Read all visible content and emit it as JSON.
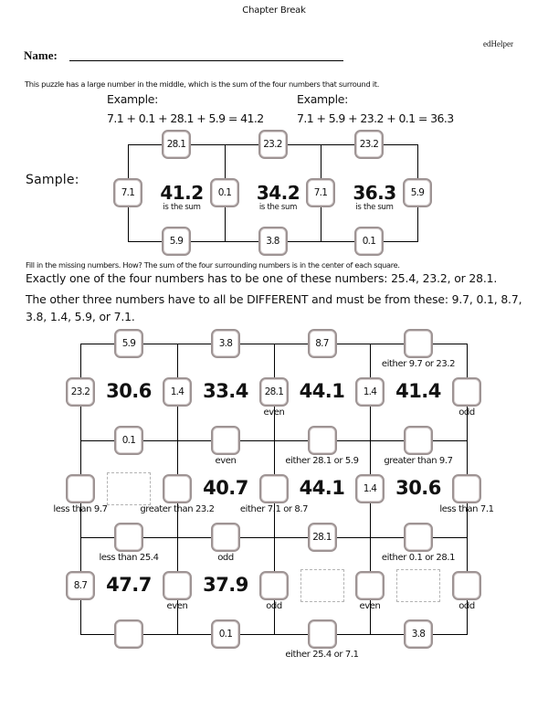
{
  "header": {
    "title": "Chapter Break",
    "brand": "edHelper"
  },
  "name_field": {
    "label": "Name:",
    "value": ""
  },
  "intro": "This puzzle has a large number in the middle, which is the sum of the four numbers that surround it.",
  "examples": [
    {
      "label": "Example:",
      "equation": "7.1 + 0.1 + 28.1 + 5.9 = 41.2"
    },
    {
      "label": "Example:",
      "equation": "7.1 + 5.9 + 23.2 + 0.1 = 36.3"
    }
  ],
  "sample": {
    "label": "Sample:",
    "sum_note": "is the sum",
    "top": [
      "28.1",
      "23.2",
      "23.2"
    ],
    "bottom": [
      "5.9",
      "3.8",
      "0.1"
    ],
    "verticals": [
      "7.1",
      "0.1",
      "7.1",
      "5.9"
    ],
    "sums": [
      "41.2",
      "34.2",
      "36.3"
    ]
  },
  "instructions": {
    "fill": "Fill in the missing numbers.  How?  The sum of the four surrounding numbers is in the center of each square.",
    "rule1": "Exactly one of the four numbers has to be one of these numbers: 25.4, 23.2, or 28.1.",
    "rule2": "The other three numbers have to all be DIFFERENT and must be from these: 9.7, 0.1, 8.7, 3.8, 1.4, 5.9, or 7.1."
  },
  "puzzle": {
    "horizontal": [
      [
        {
          "value": "5.9",
          "hint": ""
        },
        {
          "value": "3.8",
          "hint": ""
        },
        {
          "value": "8.7",
          "hint": ""
        },
        {
          "value": "",
          "hint": "either 9.7 or 23.2"
        }
      ],
      [
        {
          "value": "0.1",
          "hint": ""
        },
        {
          "value": "",
          "hint": "even"
        },
        {
          "value": "",
          "hint": "either 28.1 or 5.9"
        },
        {
          "value": "",
          "hint": "greater than 9.7"
        }
      ],
      [
        {
          "value": "",
          "hint": "less than 25.4"
        },
        {
          "value": "",
          "hint": "odd"
        },
        {
          "value": "28.1",
          "hint": ""
        },
        {
          "value": "",
          "hint": "either 0.1 or 28.1"
        }
      ],
      [
        {
          "value": "",
          "hint": ""
        },
        {
          "value": "0.1",
          "hint": ""
        },
        {
          "value": "",
          "hint": "either 25.4 or 7.1"
        },
        {
          "value": "3.8",
          "hint": ""
        }
      ]
    ],
    "vertical": [
      [
        {
          "value": "23.2",
          "hint": ""
        },
        {
          "value": "1.4",
          "hint": ""
        },
        {
          "value": "28.1",
          "hint": "even"
        },
        {
          "value": "1.4",
          "hint": ""
        },
        {
          "value": "",
          "hint": "odd"
        }
      ],
      [
        {
          "value": "",
          "hint": "less than 9.7"
        },
        {
          "value": "",
          "hint": "greater than 23.2"
        },
        {
          "value": "",
          "hint": "either 7.1 or 8.7"
        },
        {
          "value": "1.4",
          "hint": ""
        },
        {
          "value": "",
          "hint": "less than 7.1"
        }
      ],
      [
        {
          "value": "8.7",
          "hint": ""
        },
        {
          "value": "",
          "hint": "even"
        },
        {
          "value": "",
          "hint": "odd"
        },
        {
          "value": "",
          "hint": "even"
        },
        {
          "value": "",
          "hint": "odd"
        }
      ]
    ],
    "sums": [
      [
        "30.6",
        "33.4",
        "44.1",
        "41.4"
      ],
      [
        "",
        "40.7",
        "44.1",
        "30.6"
      ],
      [
        "47.7",
        "37.9",
        "",
        ""
      ]
    ]
  }
}
